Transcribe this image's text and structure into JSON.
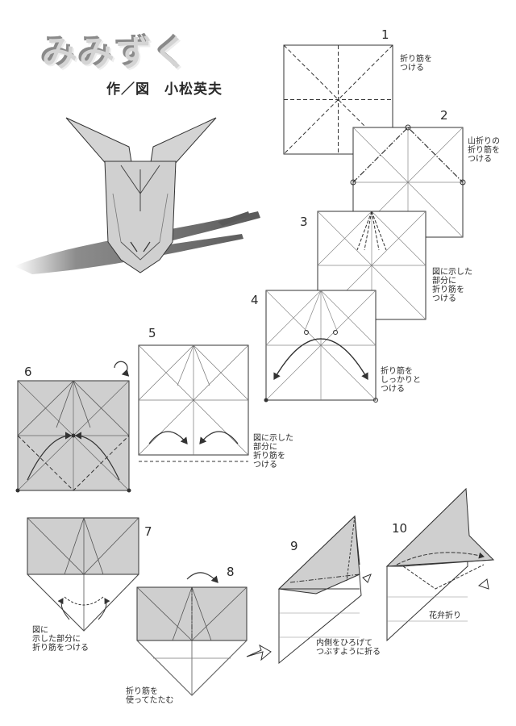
{
  "title": "みみずく",
  "author": "作／図　小松英夫",
  "steps": [
    {
      "number": "1",
      "note": "折り筋を\nつける"
    },
    {
      "number": "2",
      "note": "山折りの\n折り筋を\nつける"
    },
    {
      "number": "3",
      "note": "図に示した\n部分に\n折り筋を\nつける"
    },
    {
      "number": "4",
      "note": "折り筋を\nしっかりと\nつける"
    },
    {
      "number": "5",
      "note": "図に示した\n部分に\n折り筋を\nつける"
    },
    {
      "number": "6",
      "note": ""
    },
    {
      "number": "7",
      "note": "図に\n示した部分に\n折り筋をつける"
    },
    {
      "number": "8",
      "note": "折り筋を\n使ってたたむ"
    },
    {
      "number": "9",
      "note": "内側をひろげて\nつぶすように折る"
    },
    {
      "number": "10",
      "note": "花弁折り"
    }
  ],
  "colors": {
    "paper": "#ffffff",
    "shade": "#c9c9c9",
    "line": "#3a3a3a",
    "branch": "#6b6b6b"
  }
}
